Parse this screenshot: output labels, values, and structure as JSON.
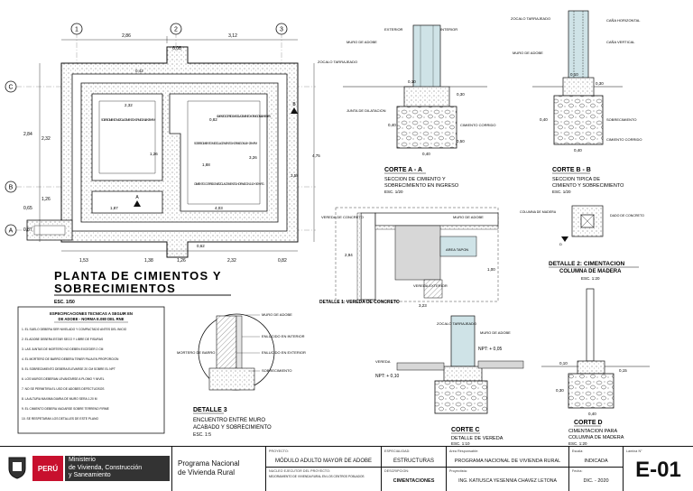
{
  "plan": {
    "title_line1": "PLANTA DE CIMIENTOS Y",
    "title_line2": "SOBRECIMIENTOS",
    "scale": "ESC. 1/50",
    "axes_numbers": [
      "1",
      "2",
      "3"
    ],
    "axes_letters": [
      "C",
      "B",
      "A"
    ],
    "top_dims": [
      "2,86",
      "3,12",
      "6,08"
    ],
    "left_dims": [
      "2,84",
      "2,32",
      "1,26",
      "0,65",
      "0,87"
    ],
    "bottom_dims": [
      "1,53",
      "1,38",
      "1,26",
      "2,32",
      "0,82"
    ],
    "inner_dims": [
      "0,42",
      "2,32",
      "0,82",
      "1,26",
      "3,26",
      "4,03",
      "1,88",
      "3,58",
      "4,75",
      "1,87",
      "0,62"
    ],
    "notes": [
      "SOBRECIMIENTO MEZCLA CEMENTO-HORMIGON 1:8 + 25% PM",
      "SOBRECIMIENTO MEZCLA CEMENTO-HORMIGON 1:8 + 25% PM",
      "CIMIENTO CORRIDO MEZCLA CEMENTO-HORMIGON 1:10 + 30% P.G.",
      "CIMIENTO CORRIDO MEZCLA CEMENTO-HORMIGON 1:10 + 30% P.G."
    ]
  },
  "specs": {
    "title": "ESPECIFICACIONES TECNICAS A SEGUIR EN",
    "subtitle": "DE ADOBE - NORMA E.080 DEL RNE",
    "items": [
      "1. EL SUELO DEBERA SER NIVELADO Y COMPACTADO ANTES DEL INICIO",
      "2. EL ADOBE DEBERA ESTAR SECO Y LIBRE DE FISURAS",
      "3. LAS JUNTAS DE MORTERO NO DEBEN EXCEDER 2 CM",
      "4. EL MORTERO DE BARRO DEBERA TENER PAJA EN PROPORCION",
      "5. EL SOBRECIMIENTO DEBERA ELEVARSE 20 CM SOBRE EL NPT",
      "6. LOS MUROS DEBERAN LEVANTARSE A PLOMO Y NIVEL",
      "7. NO SE PERMITIRA EL USO DE ADOBES DEFECTUOSOS",
      "8. LA ALTURA MAXIMA DIARIA DE MURO SERA 1.20 M",
      "9. EL CIMIENTO DEBERA VACIARSE SOBRE TERRENO FIRME",
      "10. SE RESPETARAN LOS DETALLES DE ESTE PLANO"
    ]
  },
  "section_aa": {
    "label": "CORTE A - A",
    "caption1": "SECCION DE CIMIENTO Y",
    "caption2": "SOBRECIMIENTO EN INGRESO",
    "scale": "ESC. 1/20",
    "labels": [
      "EXTERIOR",
      "INTERIOR",
      "MURO DE ADOBE",
      "ZOCALO TARRAJEADO",
      "CIMIENTO CORRIDO",
      "JUNTA DE DILATACION"
    ],
    "dims": [
      "0,40",
      "0,10",
      "0,40",
      "0,30",
      "0,50"
    ]
  },
  "section_bb": {
    "label": "CORTE B - B",
    "caption1": "SECCION TIPICA DE",
    "caption2": "CIMIENTO Y SOBRECIMIENTO",
    "scale": "ESC. 1/20",
    "labels": [
      "ZOCALO TARRAJEADO",
      "CAÑA HORIZONTAL",
      "CAÑA VERTICAL",
      "MURO DE ADOBE",
      "SOBRECIMIENTO",
      "CIMIENTO CORRIDO"
    ],
    "dims": [
      "0,40",
      "0,30",
      "0,10",
      "0,40"
    ]
  },
  "detalle1": {
    "label": "DETALLE 1: VEREDA DE CONCRETO",
    "labels": [
      "MURO DE ADOBE",
      "VEREDA DE CONCRETO",
      "AREA TAPON",
      "VEREDA EXTERIOR"
    ],
    "dims": [
      "2,94",
      "3,23",
      "1,00"
    ]
  },
  "detalle2": {
    "label": "DETALLE 2: CIMENTACION",
    "caption": "COLUMNA DE MADERA",
    "scale": "ESC. 1:20",
    "labels": [
      "COLUMNA DE MADERA",
      "DADO DE CONCRETO"
    ]
  },
  "detalle3": {
    "label": "DETALLE 3",
    "caption1": "ENCUENTRO ENTRE MURO",
    "caption2": "ACABADO Y SOBRECIMIENTO",
    "scale": "ESC. 1:5",
    "labels": [
      "MURO DE ADOBE",
      "ENLUCIDO EN INTERIOR",
      "ENLUCIDO EN EXTERIOR",
      "SOBRECIMIENTO",
      "MORTERO DE BARRO"
    ]
  },
  "section_c": {
    "label": "CORTE C",
    "caption": "DETALLE DE VEREDA",
    "scale": "ESC. 1:10",
    "npt1": "NPT: + 0,10",
    "npt2": "NPT: + 0,05",
    "labels": [
      "ZOCALO TARRAJEADO",
      "VEREDA",
      "MURO DE ADOBE"
    ]
  },
  "section_d": {
    "label": "CORTE D",
    "caption1": "CIMENTACION PARA",
    "caption2": "COLUMNA DE MADERA",
    "scale": "ESC. 1:20",
    "dims": [
      "0,10",
      "0,30",
      "0,40",
      "0,15"
    ]
  },
  "title_block": {
    "country": "PERÚ",
    "ministry_line1": "Ministerio",
    "ministry_line2": "de Vivienda, Construcción",
    "ministry_line3": "y Saneamiento",
    "program_line1": "Programa Nacional",
    "program_line2": "de Vivienda Rural",
    "proyecto_label": "PROYECTO:",
    "proyecto_value": "MÓDULO ADULTO MAYOR DE ADOBE",
    "nucleo_label": "NUCLEO EJECUTOR DEL PROYECTO:",
    "nucleo_value": "MEJORAMIENTO DE VIVIENDA RURAL EN LOS CENTROS POBLADOS",
    "especialidad_label": "ESPECIALIDAD:",
    "especialidad_value": "ESTRUCTURAS",
    "descripcion_label": "DESCRIPCION:",
    "descripcion_value": "CIMENTACIONES",
    "responsable_label": "Area Responsable:",
    "responsable_value": "PROGRAMA NACIONAL DE VIVIENDA RURAL",
    "proyectista_label": "Proyectista:",
    "proyectista_value": "ING. KATIUSCA YESENNIA CHAVEZ LETONA",
    "escala_label": "Escala:",
    "escala_value": "INDICADA",
    "fecha_label": "Fecha:",
    "fecha_value": "DIC. - 2020",
    "lamina_label": "Lamina N°",
    "lamina_value": "E-01"
  },
  "colors": {
    "line": "#111111",
    "concrete": "#dcdcdc",
    "cyan": "#b8d6dc",
    "brand_red": "#c8102e"
  }
}
